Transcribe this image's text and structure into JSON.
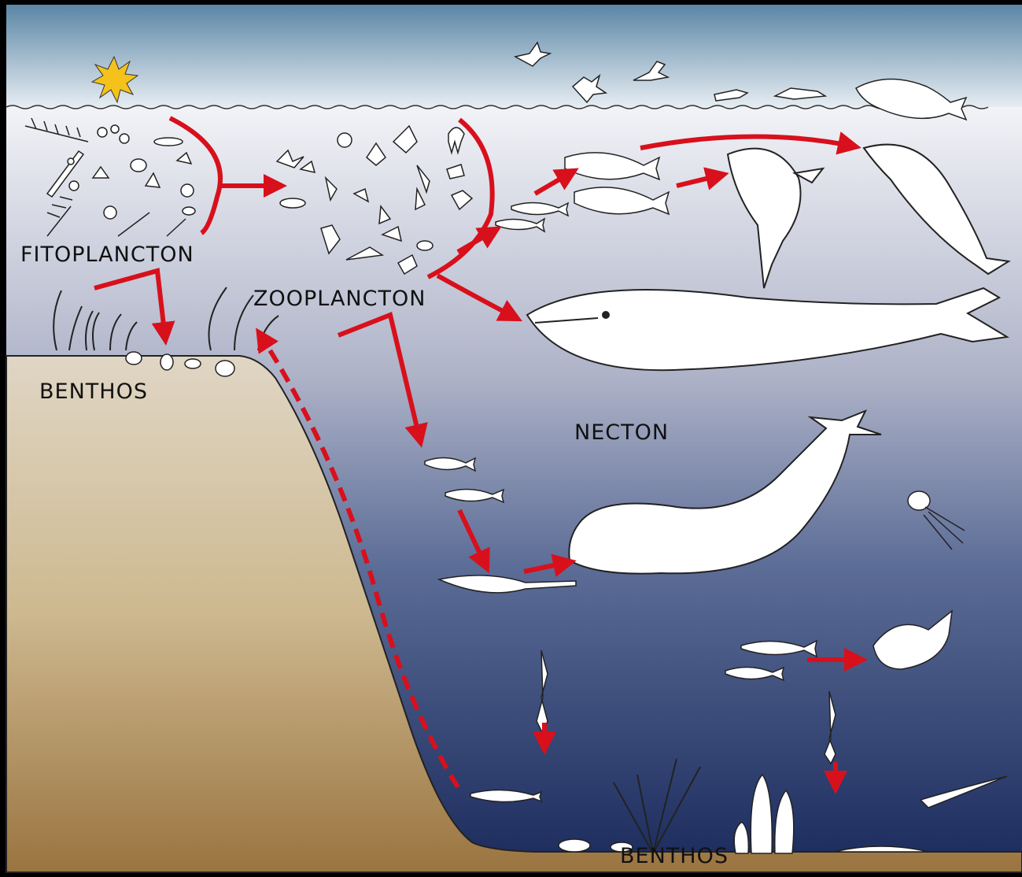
{
  "labels": {
    "fitoplancton": "FITOPLANCTON",
    "zooplancton": "ZOOPLANCTON",
    "benthos_shelf": "BENTHOS",
    "necton": "NECTON",
    "benthos_deep": "BENTHOS"
  },
  "colors": {
    "sky_top": "#5b86a6",
    "sky_bottom": "#e8eef3",
    "water_top": "#f2f3f7",
    "water_mid": "#8f9ab7",
    "water_deep": "#1a2a5c",
    "sand_top": "#e0d6c5",
    "sand_bottom": "#9a7440",
    "arrow": "#d8101c",
    "sun": "#f4c21a",
    "frame": "#000000"
  },
  "organisms": [
    "sun-icon",
    "seabird-icon",
    "phytoplankton-icon",
    "zooplankton-icon",
    "fish-icon",
    "shark-icon",
    "dolphin-icon",
    "blue-whale-icon",
    "sperm-whale-icon",
    "squid-icon",
    "octopus-icon",
    "anglerfish-icon",
    "seaweed-icon",
    "sponge-icon",
    "crab-icon",
    "marine-snow-icon"
  ]
}
